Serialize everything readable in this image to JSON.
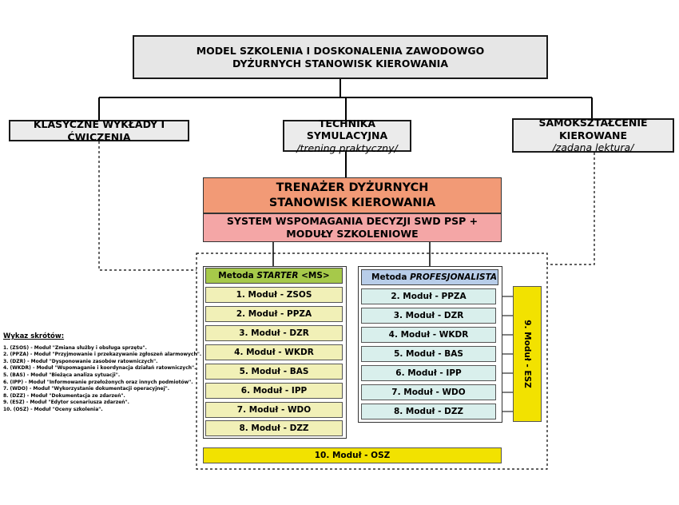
{
  "title": "MODEL SZKOLENIA I DOSKONALENIA ZAWODOWGO DYŻURNYCH STANOWISK KIEROWANIA",
  "categories": [
    {
      "label": "KLASYCZNE WYKŁADY I ĆWICZENIA",
      "sub": ""
    },
    {
      "label": "TECHNIKA SYMULACYJNA",
      "sub": "/trening praktyczny/"
    },
    {
      "label": "SAMOKSZTAŁCENIE KIEROWANE",
      "sub": "/zadana lektura/"
    }
  ],
  "trainer": "TRENAŻER DYŻURNYCH STANOWISK KIEROWANIA",
  "swd": "SYSTEM WSPOMAGANIA DECYZJI SWD PSP + MODUŁY SZKOLENIOWE",
  "starter": {
    "prefix": "Metoda ",
    "name": "STARTER",
    "suffix": " <MS>",
    "modules": [
      "1. Moduł - ZSOS",
      "2. Moduł - PPZA",
      "3. Moduł - DZR",
      "4. Moduł - WKDR",
      "5. Moduł - BAS",
      "6. Moduł - IPP",
      "7. Moduł - WDO",
      "8. Moduł - DZZ"
    ]
  },
  "pro": {
    "prefix": "Metoda ",
    "name": "PROFESJONALISTA",
    "modules": [
      "2. Moduł - PPZA",
      "3. Moduł - DZR",
      "4. Moduł - WKDR",
      "5. Moduł - BAS",
      "6. Moduł - IPP",
      "7. Moduł - WDO",
      "8. Moduł - DZZ"
    ]
  },
  "esz": "9. Moduł - ESZ",
  "osz": "10. Moduł - OSZ",
  "legend": {
    "title": "Wykaz skrótów:",
    "items": [
      "1. (ZSOS) - Moduł  \"Zmiana służby i obsługa sprzętu\".",
      "2. (PPZA) - Moduł \"Przyjmowanie i przekazywanie zgłoszeń alarmowych\".",
      "3. (DZR) - Moduł \"Dysponowanie zasobów ratowniczych\".",
      "4. (WKDR) - Moduł \"Wspomaganie i koordynacja działań ratowniczych\".",
      "5. (BAS) - Moduł \"Bieżąca analiza sytuacji\".",
      "6. (IPP) - Moduł \"Informowanie przełożonych oraz innych podmiotów\".",
      "7. (WDO) - Moduł \"Wykorzystanie dokumentacji operacyjnej\".",
      "8. (DZZ) - Moduł \"Dokumentacja ze zdarzeń\".",
      "9. (ESZ) - Moduł \"Edytor scenariusza zdarzeń\".",
      "10. (OSZ) - Moduł \"Oceny szkolenia\"."
    ]
  },
  "colors": {
    "trainer": "#f29a76",
    "swd": "#f4a6a6",
    "starter_head": "#a6c94a",
    "starter_module": "#f1f0b7",
    "pro_head": "#b8cde9",
    "pro_module": "#d9efec",
    "yellow": "#f2e200"
  }
}
